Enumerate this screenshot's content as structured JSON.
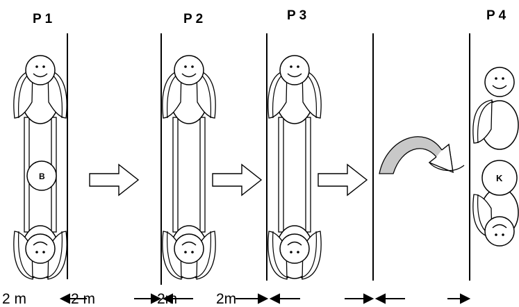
{
  "positions": [
    {
      "label": "P 1"
    },
    {
      "label": "P 2"
    },
    {
      "label": "P 3"
    },
    {
      "label": "P 4"
    }
  ],
  "ball": {
    "label": "B"
  },
  "keeper": {
    "label": "K"
  },
  "distances": {
    "d1": "2 m",
    "d2": "2 m",
    "d3": "2m",
    "d4": "2m"
  }
}
